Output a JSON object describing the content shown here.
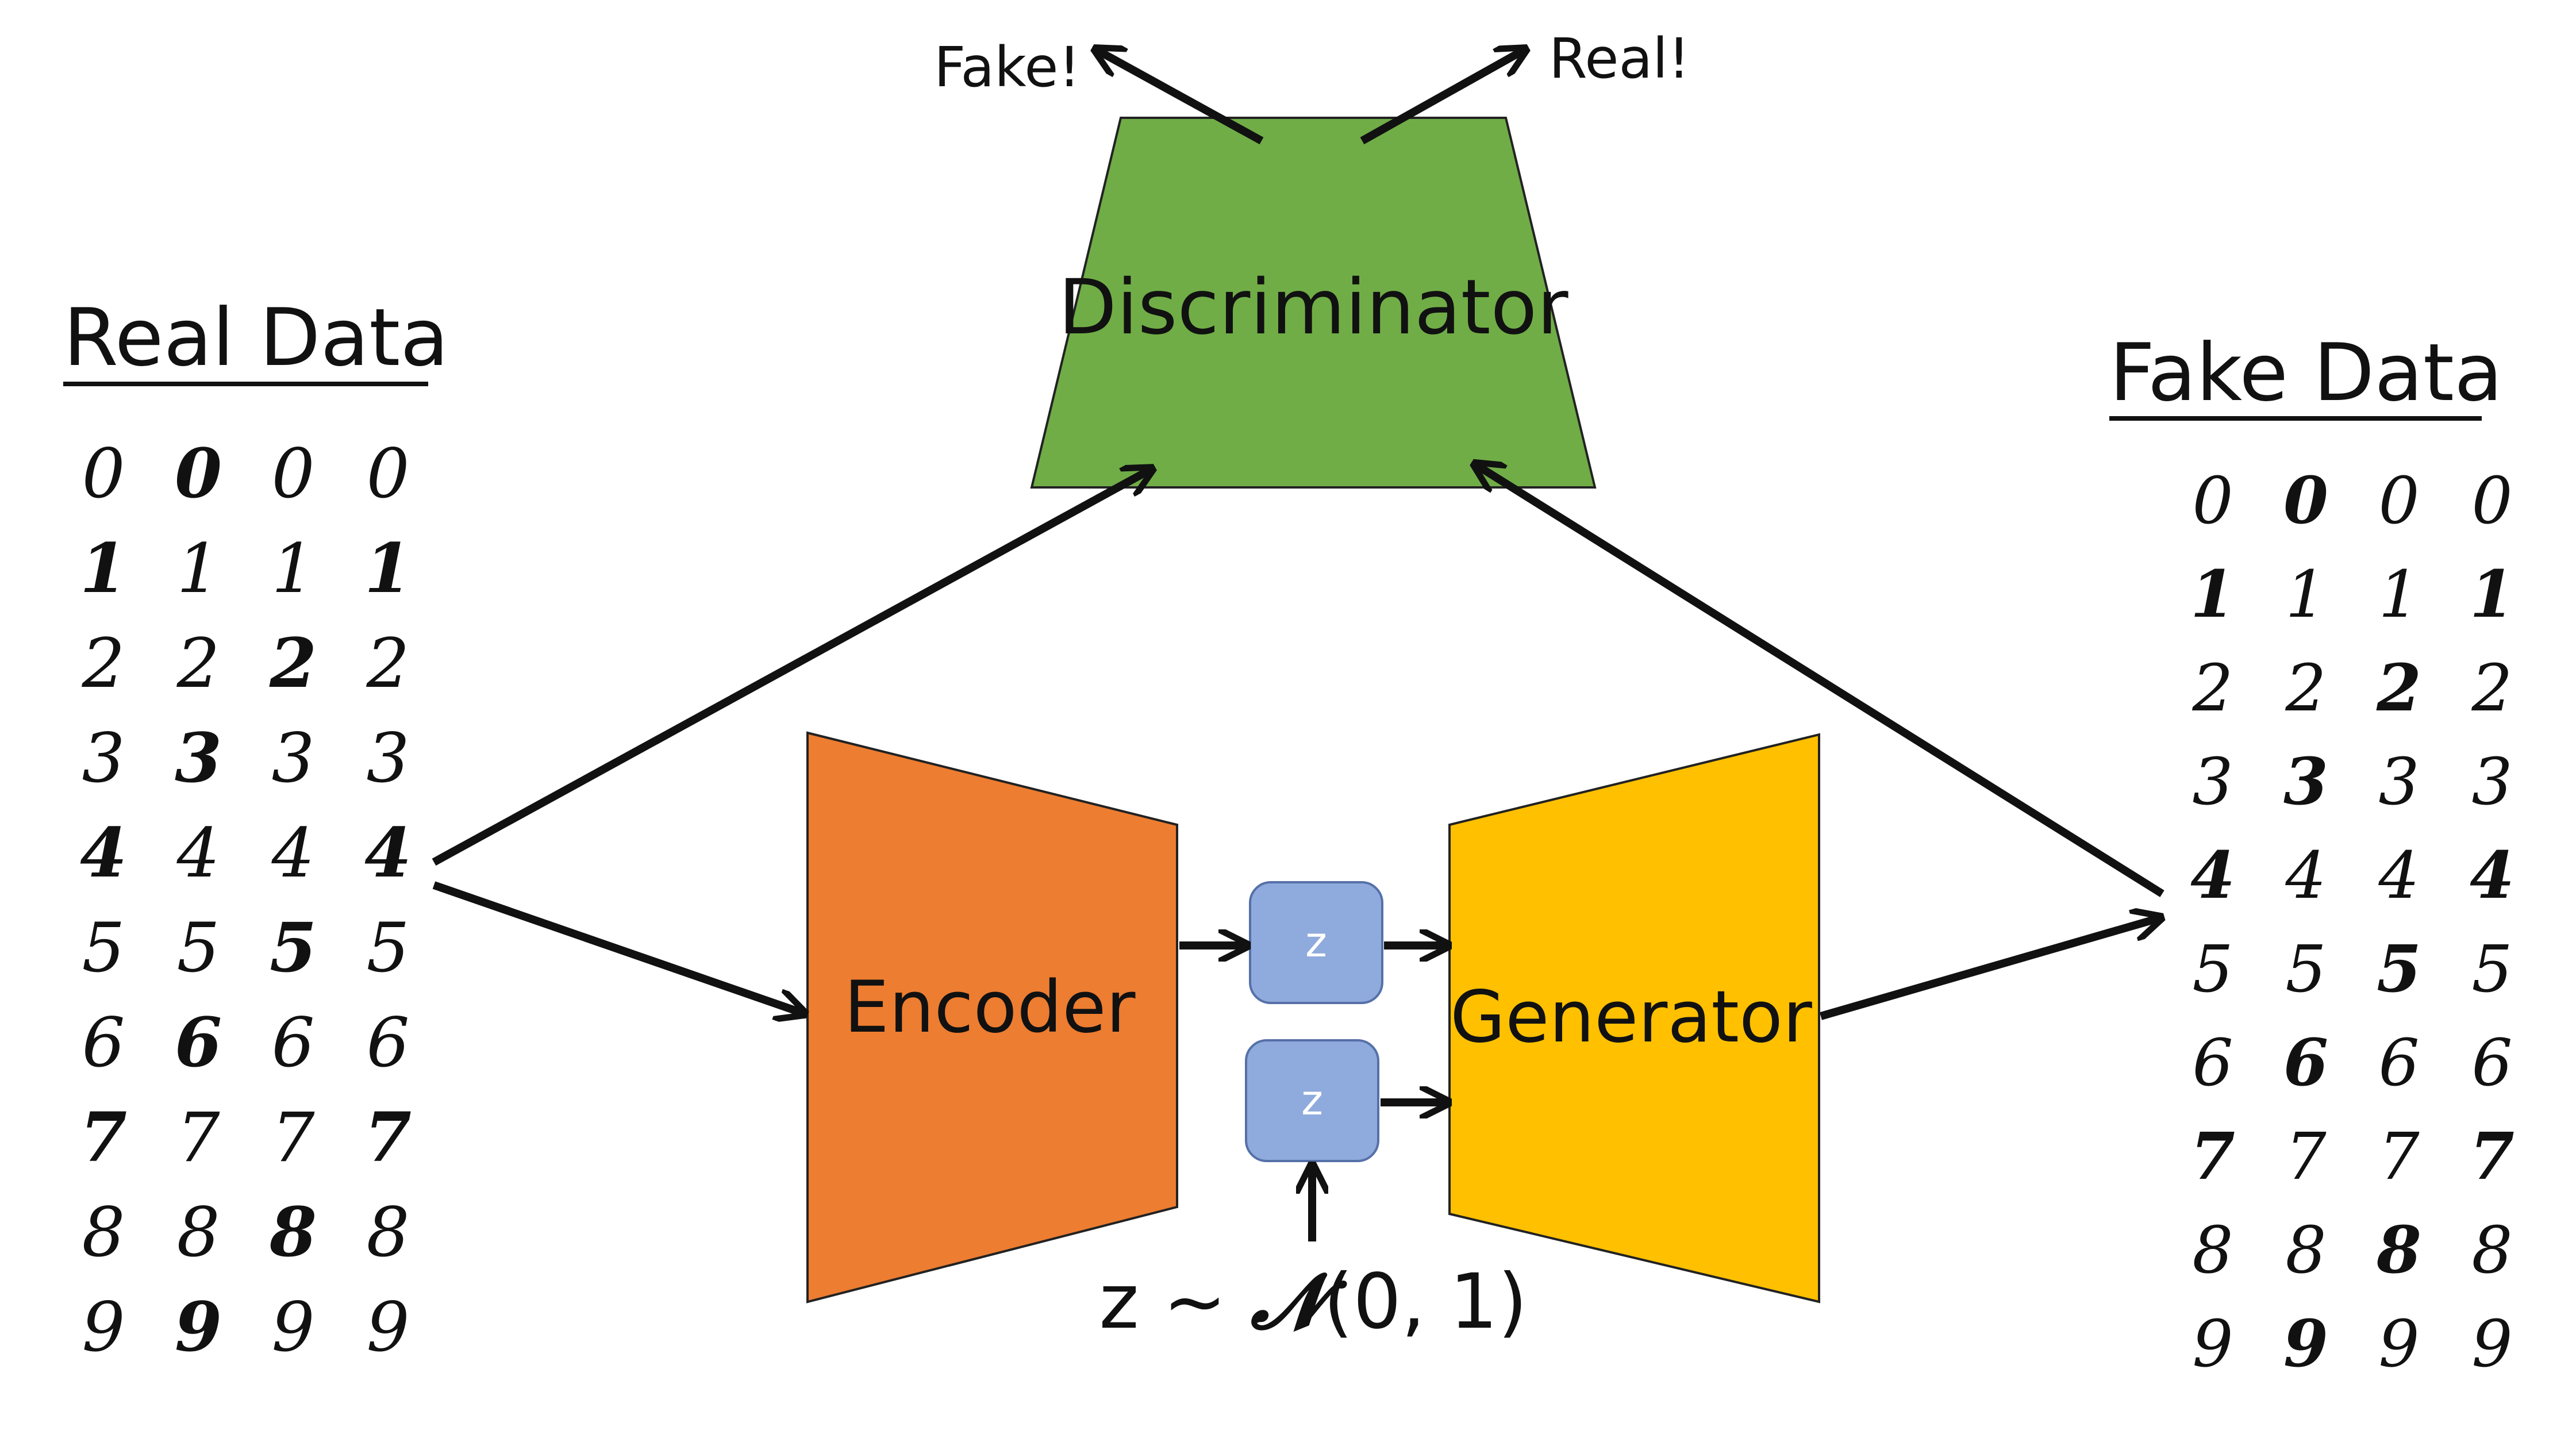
{
  "real_data": {
    "title": "Real Data",
    "digits": [
      [
        "0",
        "0",
        "0",
        "0"
      ],
      [
        "1",
        "1",
        "1",
        "1"
      ],
      [
        "2",
        "2",
        "2",
        "2"
      ],
      [
        "3",
        "3",
        "3",
        "3"
      ],
      [
        "4",
        "4",
        "4",
        "4"
      ],
      [
        "5",
        "5",
        "5",
        "5"
      ],
      [
        "6",
        "6",
        "6",
        "6"
      ],
      [
        "7",
        "7",
        "7",
        "7"
      ],
      [
        "8",
        "8",
        "8",
        "8"
      ],
      [
        "9",
        "9",
        "9",
        "9"
      ]
    ]
  },
  "fake_data": {
    "title": "Fake Data",
    "digits": [
      [
        "0",
        "0",
        "0",
        "0"
      ],
      [
        "1",
        "1",
        "1",
        "1"
      ],
      [
        "2",
        "2",
        "2",
        "2"
      ],
      [
        "3",
        "3",
        "3",
        "3"
      ],
      [
        "4",
        "4",
        "4",
        "4"
      ],
      [
        "5",
        "5",
        "5",
        "5"
      ],
      [
        "6",
        "6",
        "6",
        "6"
      ],
      [
        "7",
        "7",
        "7",
        "7"
      ],
      [
        "8",
        "8",
        "8",
        "8"
      ],
      [
        "9",
        "9",
        "9",
        "9"
      ]
    ]
  },
  "discriminator": {
    "label": "Discriminator",
    "color": "#70AD47",
    "output_fake": "Fake!",
    "output_real": "Real!"
  },
  "encoder": {
    "label": "Encoder",
    "color": "#ED7D31"
  },
  "generator": {
    "label": "Generator",
    "color": "#FFC000"
  },
  "latent": {
    "z_encoded": "z",
    "z_sampled": "z",
    "box_color": "#8FAADC",
    "prior_prefix": "z ~ ",
    "prior_symbol": "𝓝",
    "prior_suffix": "(0, 1)"
  }
}
